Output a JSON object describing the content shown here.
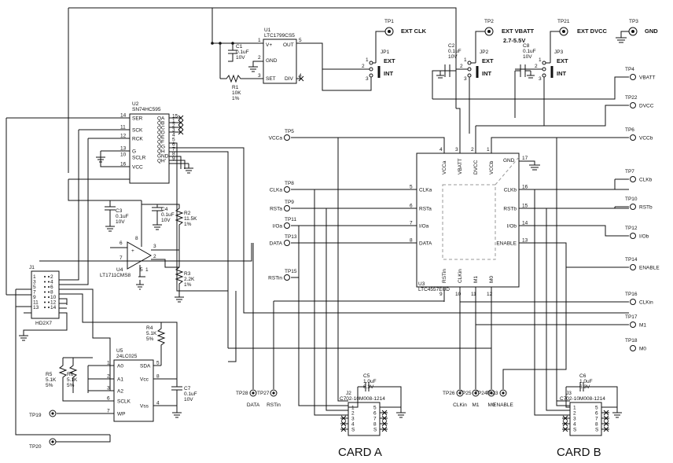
{
  "card_labels": {
    "a": "CARD A",
    "b": "CARD B"
  },
  "u1": {
    "ref": "U1",
    "part": "LTC1799CS5",
    "pins": {
      "vplus": "V+",
      "gnd": "GND",
      "set": "SET",
      "out": "OUT",
      "div": "DIV"
    },
    "pin_numbers": [
      "1",
      "2",
      "3",
      "5",
      "4"
    ]
  },
  "r1": {
    "ref": "R1",
    "value": "10K",
    "tol": "1%"
  },
  "c1": {
    "ref": "C1",
    "value": "0.1uF",
    "volt": "10V"
  },
  "jp1": {
    "ref": "JP1",
    "ext": "EXT",
    "int": "INT",
    "pins": [
      "1",
      "2",
      "3"
    ]
  },
  "jp2": {
    "ref": "JP2",
    "ext": "EXT",
    "int": "INT",
    "pins": [
      "1",
      "2",
      "3"
    ]
  },
  "jp3": {
    "ref": "JP3",
    "ext": "EXT",
    "int": "INT",
    "pins": [
      "1",
      "2",
      "3"
    ]
  },
  "c2": {
    "ref": "C2",
    "value": "0.1uF",
    "volt": "10V"
  },
  "c8": {
    "ref": "C8",
    "value": "0.1uF",
    "volt": "10V"
  },
  "tp1": {
    "ref": "TP1",
    "label": "EXT CLK"
  },
  "tp2": {
    "ref": "TP2",
    "label": "EXT VBATT",
    "sub": "2.7-5.5V"
  },
  "tp21": {
    "ref": "TP21",
    "label": "EXT DVCC"
  },
  "tp3": {
    "ref": "TP3",
    "label": "GND"
  },
  "u2": {
    "ref": "U2",
    "part": "SN74HC595",
    "left_pins": [
      "SER",
      "SCK",
      "RCK",
      "G",
      "SCLR",
      "VCC"
    ],
    "left_nums": [
      "14",
      "11",
      "12",
      "13",
      "10",
      "16"
    ],
    "right_pins": [
      "QA",
      "QB",
      "QC",
      "QD",
      "QE",
      "QF",
      "QG",
      "QH",
      "GND",
      "QH'"
    ],
    "right_nums": [
      "15",
      "1",
      "2",
      "3",
      "4",
      "5",
      "6",
      "7",
      "8",
      "9"
    ]
  },
  "c3": {
    "ref": "C3",
    "value": "0.1uF",
    "volt": "10V"
  },
  "c4": {
    "ref": "C4",
    "value": "0.1uF",
    "volt": "10V"
  },
  "r2": {
    "ref": "R2",
    "value": "11.5K",
    "tol": "1%"
  },
  "r3": {
    "ref": "R3",
    "value": "2.2K",
    "tol": "1%"
  },
  "u4": {
    "ref": "U4",
    "part": "LT1711CMS8",
    "pins": [
      "8",
      "6",
      "7",
      "3",
      "2",
      "5",
      "1"
    ]
  },
  "j1": {
    "ref": "J1",
    "part": "HD2X7",
    "left": [
      "1",
      "3",
      "5",
      "7",
      "9",
      "11",
      "13"
    ],
    "right": [
      "2",
      "4",
      "6",
      "8",
      "10",
      "12",
      "14"
    ]
  },
  "r4": {
    "ref": "R4",
    "value": "5.1K",
    "tol": "5%"
  },
  "r5": {
    "ref": "R5",
    "value": "5.1K",
    "tol": "5%"
  },
  "r6": {
    "ref": "R6",
    "value": "5.1K",
    "tol": "5%"
  },
  "u5": {
    "ref": "U5",
    "part": "24LC025",
    "left_pins": [
      "A0",
      "A1",
      "A2",
      "SCLK",
      "WP"
    ],
    "left_nums": [
      "1",
      "2",
      "3",
      "6",
      "7"
    ],
    "right_pins": [
      "SDA",
      "Vcc",
      "Vss"
    ],
    "right_nums": [
      "5",
      "8",
      "4"
    ]
  },
  "c7": {
    "ref": "C7",
    "value": "0.1uF",
    "volt": "10V"
  },
  "tp19": {
    "ref": "TP19"
  },
  "tp20": {
    "ref": "TP20"
  },
  "u3": {
    "ref": "U3",
    "part": "LTC4557EUD",
    "top": [
      {
        "name": "VCCa",
        "num": "4"
      },
      {
        "name": "VBATT",
        "num": "3"
      },
      {
        "name": "DVCC",
        "num": "2"
      },
      {
        "name": "VCCb",
        "num": "1"
      },
      {
        "name": "GND",
        "num": "17"
      }
    ],
    "left": [
      {
        "name": "CLKa",
        "num": "5"
      },
      {
        "name": "RSTa",
        "num": "6"
      },
      {
        "name": "I/Oa",
        "num": "7"
      },
      {
        "name": "DATA",
        "num": "8"
      }
    ],
    "right": [
      {
        "name": "CLKb",
        "num": "16"
      },
      {
        "name": "RSTb",
        "num": "15"
      },
      {
        "name": "I/Ob",
        "num": "14"
      },
      {
        "name": "ENABLE",
        "num": "13"
      }
    ],
    "bottom": [
      {
        "name": "RSTin",
        "num": "9"
      },
      {
        "name": "CLKin",
        "num": "10"
      },
      {
        "name": "M1",
        "num": "11"
      },
      {
        "name": "M0",
        "num": "12"
      }
    ]
  },
  "left_tps": [
    {
      "ref": "TP5",
      "label": "VCCa"
    },
    {
      "ref": "TP8",
      "label": "CLKa"
    },
    {
      "ref": "TP9",
      "label": "RSTa"
    },
    {
      "ref": "TP11",
      "label": "I/Oa"
    },
    {
      "ref": "TP13",
      "label": "DATA"
    },
    {
      "ref": "TP15",
      "label": "RSTin"
    }
  ],
  "right_tps": [
    {
      "ref": "TP4",
      "label": "VBATT"
    },
    {
      "ref": "TP22",
      "label": "DVCC"
    },
    {
      "ref": "TP6",
      "label": "VCCb"
    },
    {
      "ref": "TP7",
      "label": "CLKb"
    },
    {
      "ref": "TP10",
      "label": "RSTb"
    },
    {
      "ref": "TP12",
      "label": "I/Ob"
    },
    {
      "ref": "TP14",
      "label": "ENABLE"
    },
    {
      "ref": "TP16",
      "label": "CLKin"
    },
    {
      "ref": "TP17",
      "label": "M1"
    },
    {
      "ref": "TP18",
      "label": "M0"
    }
  ],
  "bottom_tps": [
    {
      "ref": "TP28",
      "label": "DATA"
    },
    {
      "ref": "TP27",
      "label": "RSTin"
    },
    {
      "ref": "TP26",
      "label": "CLKin"
    },
    {
      "ref": "TP25",
      "label": "M1"
    },
    {
      "ref": "TP24",
      "label": "M0"
    },
    {
      "ref": "TP23",
      "label": "ENABLE"
    }
  ],
  "c5": {
    "ref": "C5",
    "value": "1.0uF",
    "volt": "6.3V"
  },
  "c6": {
    "ref": "C6",
    "value": "1.0uF",
    "volt": "6.3V"
  },
  "j2": {
    "ref": "J2",
    "part": "C702-10M008-1214",
    "left": [
      "1",
      "2",
      "3",
      "4",
      "S"
    ],
    "right": [
      "5",
      "6",
      "7",
      "8",
      "S"
    ]
  },
  "j3": {
    "ref": "J3",
    "part": "C702-10M008-1214",
    "left": [
      "1",
      "2",
      "3",
      "4",
      "S"
    ],
    "right": [
      "5",
      "6",
      "7",
      "8",
      "S"
    ]
  }
}
